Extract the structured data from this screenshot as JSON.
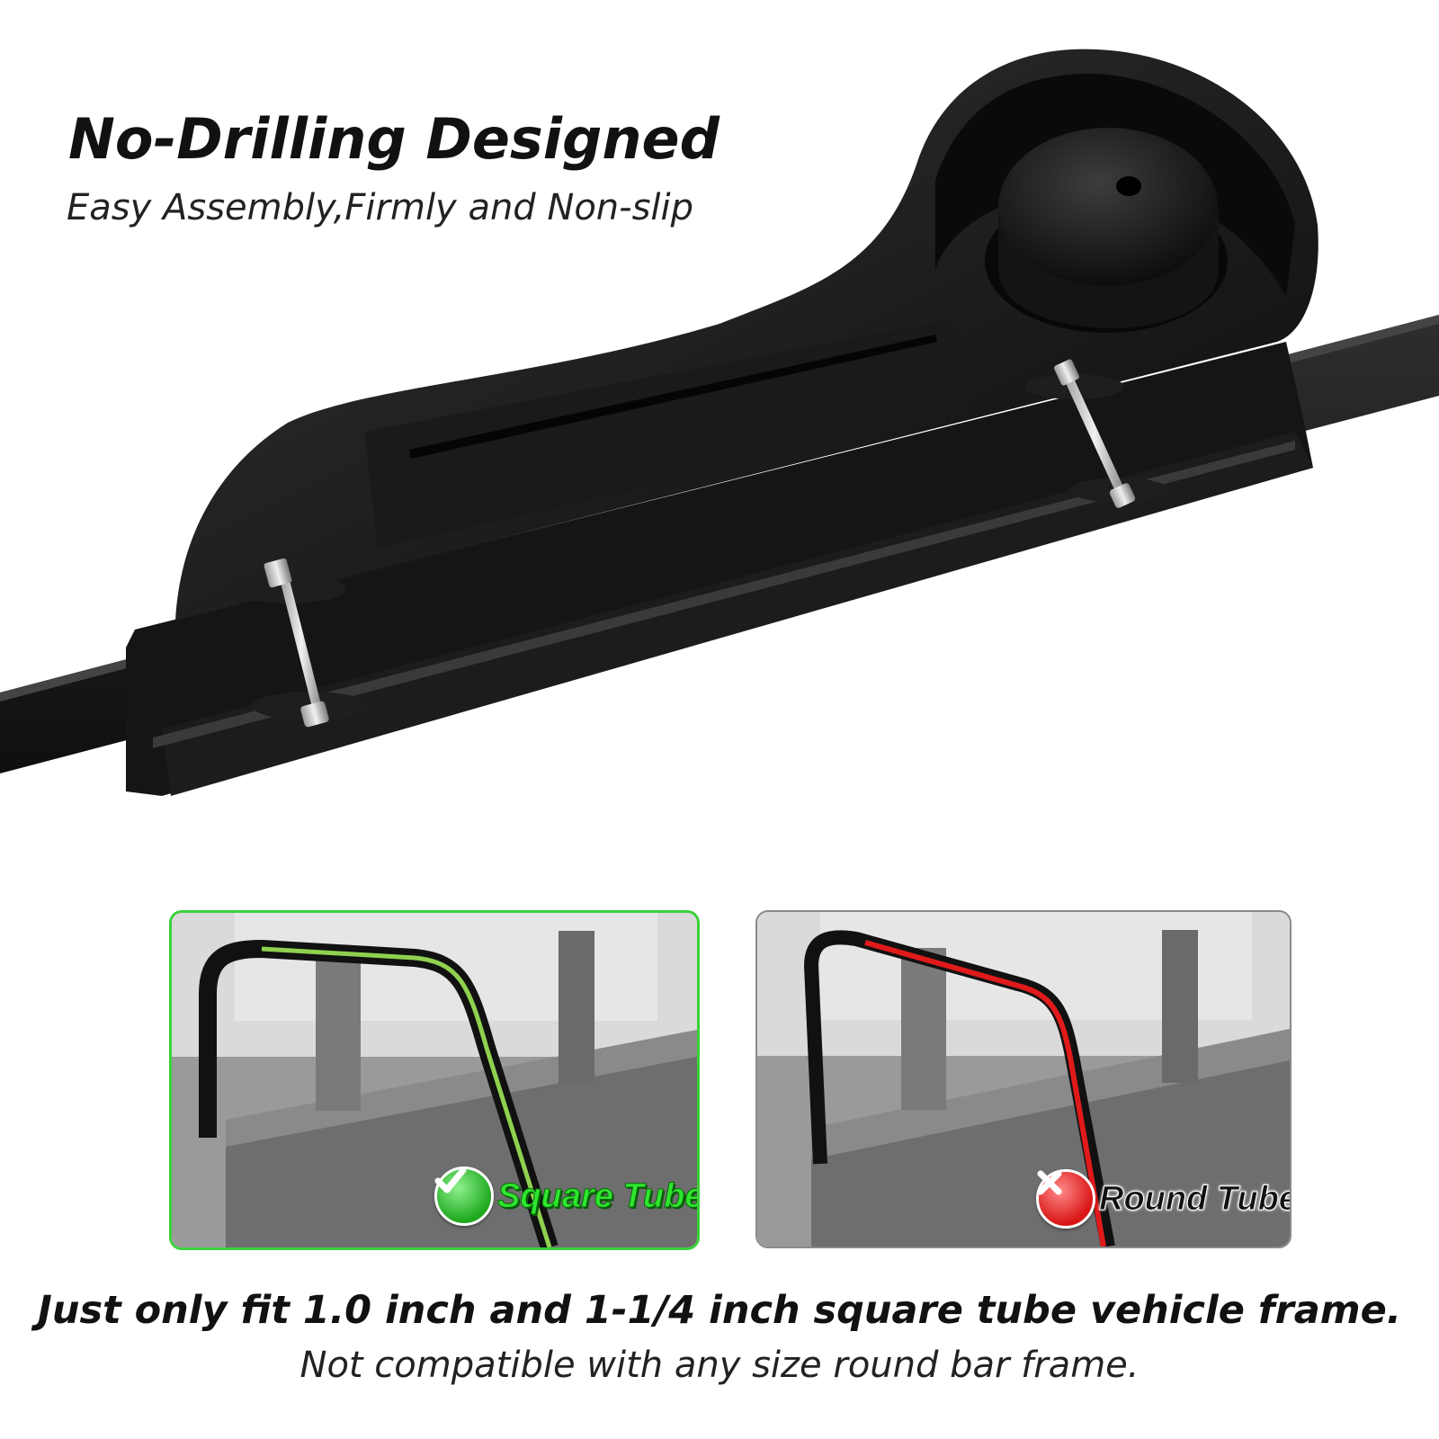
{
  "header": {
    "title": "No-Drilling Designed",
    "subtitle": "Easy Assembly,Firmly and Non-slip"
  },
  "comparison": {
    "compatible": {
      "label": "Square Tube",
      "icon": "check-icon",
      "accent": "#2ecc2e"
    },
    "incompatible": {
      "label": "Round Tube",
      "icon": "cross-icon",
      "accent": "#e01a1a"
    }
  },
  "footer": {
    "note": "Just only fit 1.0 inch and 1-1/4 inch square tube vehicle frame.",
    "subnote": "Not compatible with any size round bar frame."
  }
}
